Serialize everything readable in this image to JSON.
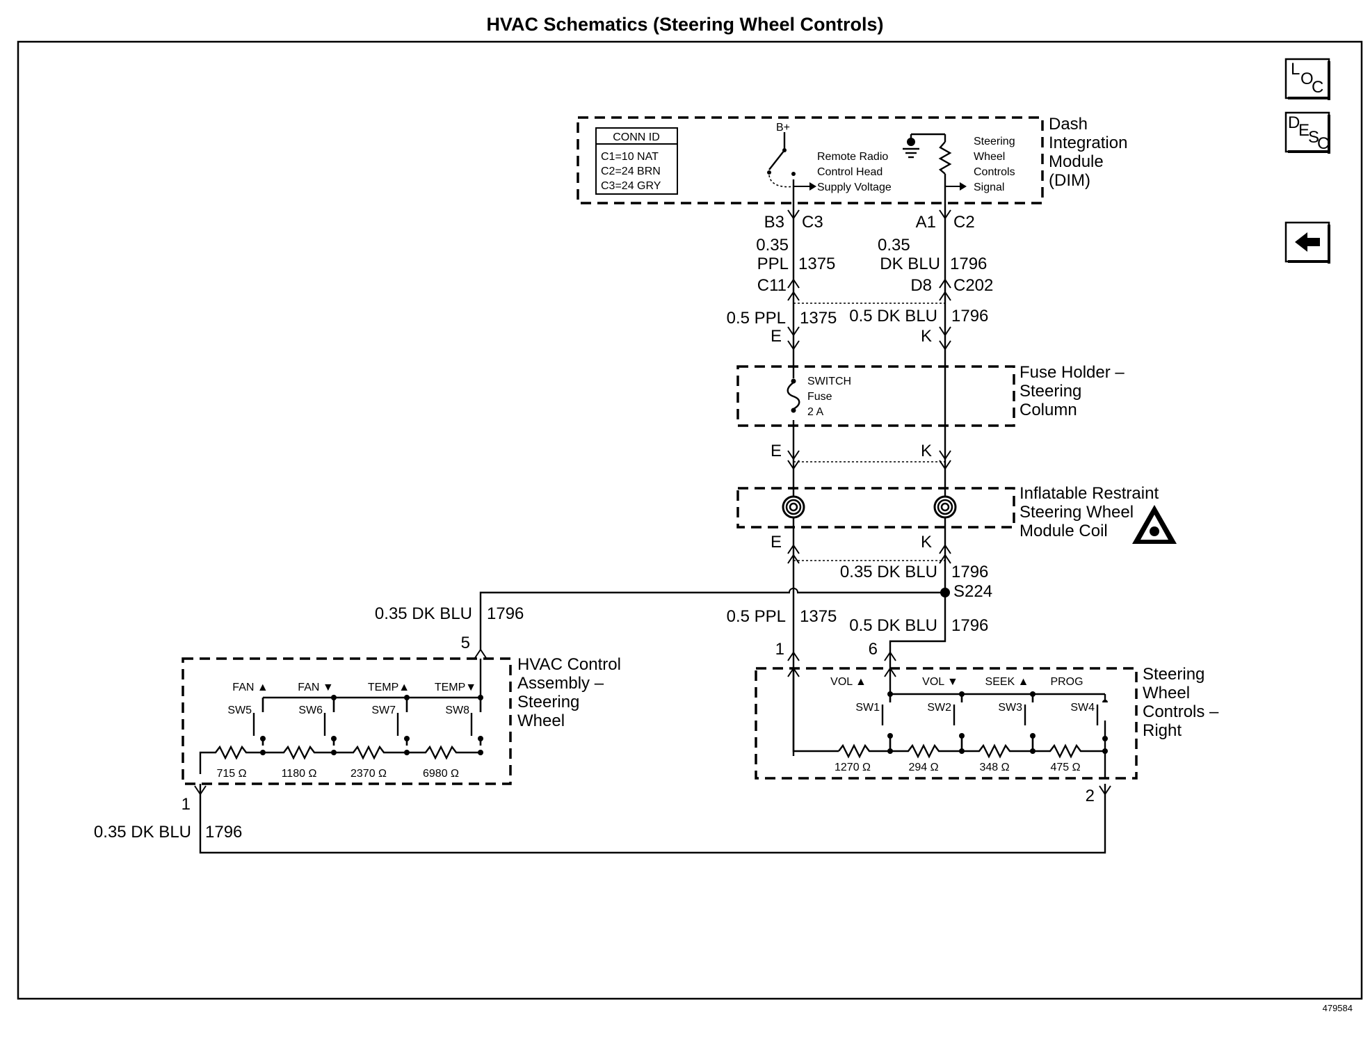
{
  "title": "HVAC Schematics (Steering Wheel Controls)",
  "figure_id": "479584",
  "nav": {
    "loc": {
      "letters": [
        "L",
        "O",
        "C"
      ]
    },
    "desc": {
      "letters": [
        "D",
        "E",
        "S",
        "C"
      ]
    },
    "back_icon": "left-arrow-icon"
  },
  "dim": {
    "label_lines": [
      "Dash",
      "Integration",
      "Module",
      "(DIM)"
    ],
    "conn_header": "CONN ID",
    "conn_rows": [
      "C1=10 NAT",
      "C2=24 BRN",
      "C3=24 GRY"
    ],
    "bplus": "B+",
    "remote_lines": [
      "Remote Radio",
      "Control Head",
      "Supply Voltage"
    ],
    "signal_lines": [
      "Steering",
      "Wheel",
      "Controls",
      "Signal"
    ]
  },
  "wires_top": {
    "left_pin": "B3",
    "left_conn": "C3",
    "left_size": "0.35",
    "left_color": "PPL",
    "left_circuit": "1375",
    "right_pin": "A1",
    "right_conn": "C2",
    "right_size": "0.35",
    "right_color": "DK BLU",
    "right_circuit": "1796",
    "c11": "C11",
    "d8": "D8",
    "c202": "C202"
  },
  "wires_mid": {
    "left_label": "0.5 PPL",
    "left_circuit": "1375",
    "right_label": "0.5 DK BLU",
    "right_circuit": "1796",
    "pin_e": "E",
    "pin_k": "K"
  },
  "fuse": {
    "label_lines": [
      "Fuse Holder –",
      "Steering",
      "Column"
    ],
    "fuse_lines": [
      "SWITCH",
      "Fuse",
      "2 A"
    ],
    "pin_e": "E",
    "pin_k": "K"
  },
  "coil": {
    "label_lines": [
      "Inflatable Restraint",
      "Steering Wheel",
      "Module Coil"
    ],
    "pin_e": "E",
    "pin_k": "K"
  },
  "lower": {
    "dkblu_top": "0.35 DK BLU",
    "dkblu_top_circuit": "1796",
    "splice": "S224",
    "left_label": "0.35 DK BLU",
    "left_circuit": "1796",
    "left_pin": "5",
    "ppl_label": "0.5 PPL",
    "ppl_circuit": "1375",
    "ppl_pin": "1",
    "blu_label": "0.5 DK BLU",
    "blu_circuit": "1796",
    "blu_pin": "6",
    "bottom_label": "0.35 DK BLU",
    "bottom_circuit": "1796",
    "hvac_out_pin": "1",
    "right_out_pin": "2"
  },
  "hvac": {
    "label_lines": [
      "HVAC Control",
      "Assembly –",
      "Steering",
      "Wheel"
    ],
    "switches": [
      {
        "name": "FAN ▲",
        "sw": "SW5"
      },
      {
        "name": "FAN ▼",
        "sw": "SW6"
      },
      {
        "name": "TEMP▲",
        "sw": "SW7"
      },
      {
        "name": "TEMP▼",
        "sw": "SW8"
      }
    ],
    "resistors": [
      "715 Ω",
      "1180 Ω",
      "2370 Ω",
      "6980 Ω"
    ]
  },
  "right_ctl": {
    "label_lines": [
      "Steering",
      "Wheel",
      "Controls –",
      "Right"
    ],
    "switches": [
      {
        "name": "VOL ▲",
        "sw": "SW1"
      },
      {
        "name": "VOL ▼",
        "sw": "SW2"
      },
      {
        "name": "SEEK ▲",
        "sw": "SW3"
      },
      {
        "name": "PROG",
        "sw": "SW4"
      }
    ],
    "resistors": [
      "1270 Ω",
      "294 Ω",
      "348 Ω",
      "475 Ω"
    ]
  }
}
